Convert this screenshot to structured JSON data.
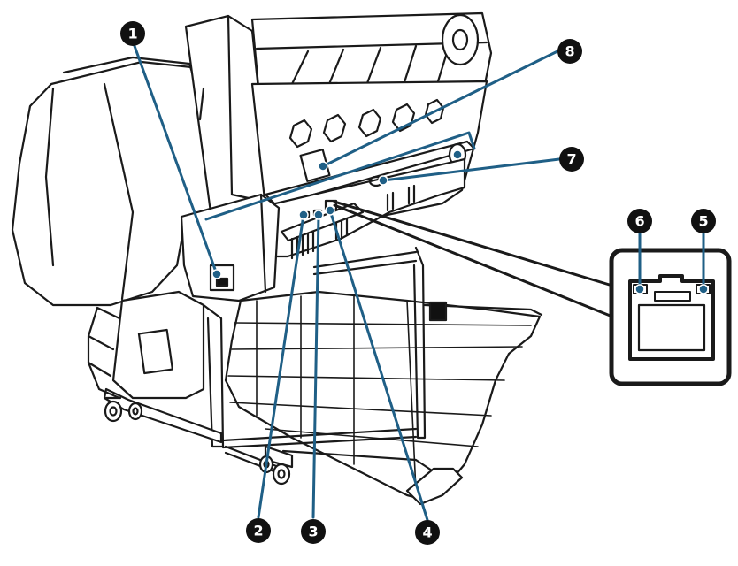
{
  "callouts": [
    {
      "id": 1,
      "label": "1"
    },
    {
      "id": 2,
      "label": "2"
    },
    {
      "id": 3,
      "label": "3"
    },
    {
      "id": 4,
      "label": "4"
    },
    {
      "id": 5,
      "label": "5"
    },
    {
      "id": 6,
      "label": "6"
    },
    {
      "id": 7,
      "label": "7"
    },
    {
      "id": 8,
      "label": "8"
    }
  ],
  "colors": {
    "leader": "#1f5f86",
    "badge": "#111111",
    "outline": "#1a1a1a"
  }
}
